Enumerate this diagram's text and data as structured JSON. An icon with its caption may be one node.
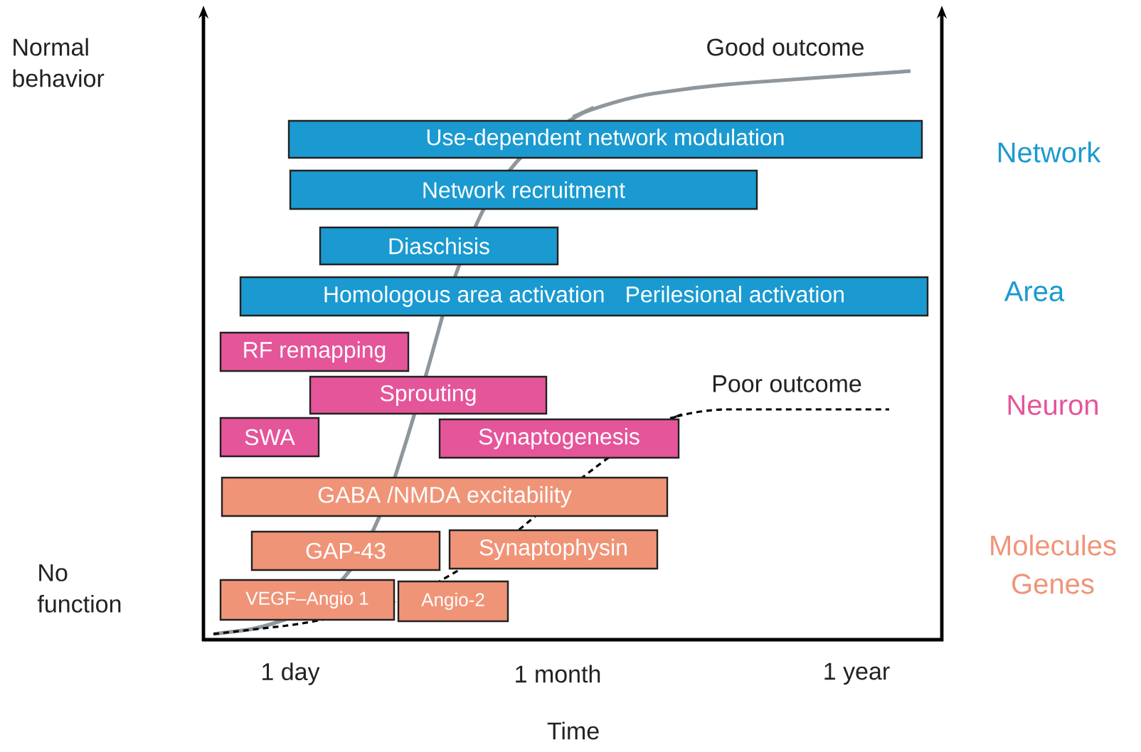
{
  "diagram": {
    "nodes": [
      {
        "text": [
          "Use-dependent network modulation"
        ]
      },
      {
        "text": [
          "Network recruitment"
        ]
      },
      {
        "text": [
          "Diaschisis"
        ]
      },
      {
        "text": [
          "Homologous area activation",
          "Perilesional activation"
        ]
      },
      {
        "text": [
          "RF remapping"
        ]
      },
      {
        "text": [
          "Sprouting"
        ]
      },
      {
        "text": [
          "SWA"
        ]
      },
      {
        "text": [
          "Synaptogenesis"
        ]
      },
      {
        "text": [
          "GABA /NMDA excitability"
        ]
      },
      {
        "text": [
          "GAP-43"
        ]
      },
      {
        "text": [
          "Synaptophysin"
        ]
      },
      {
        "text": [
          "VEGF–Angio 1"
        ]
      },
      {
        "text": [
          "Angio-2"
        ]
      }
    ],
    "labels": [
      "Normal behavior",
      "Good outcome",
      "Network",
      "Area",
      "Poor outcome",
      "Neuron",
      "Molecules Genes",
      "No function",
      "1 day",
      "1 month",
      "1 year",
      "Time"
    ]
  }
}
